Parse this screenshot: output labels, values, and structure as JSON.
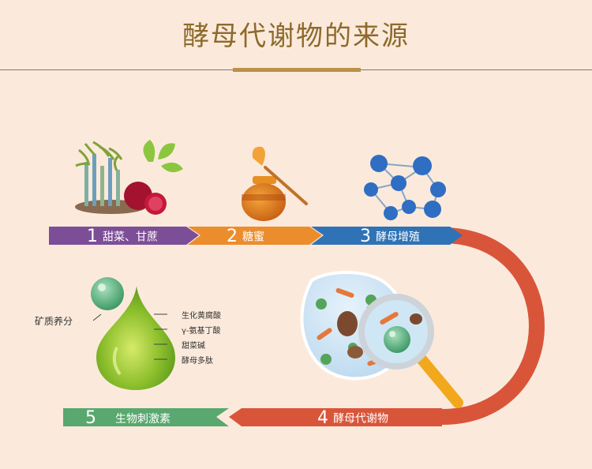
{
  "title": "酵母代谢物的来源",
  "steps": [
    {
      "number": "1",
      "label": "甜菜、甘蔗",
      "color": "#7d4e98"
    },
    {
      "number": "2",
      "label": "糖蜜",
      "color": "#ec8d2d"
    },
    {
      "number": "3",
      "label": "酵母增殖",
      "color": "#2f73b6"
    },
    {
      "number": "4",
      "label": "酵母代谢物",
      "color": "#d9553a"
    },
    {
      "number": "5",
      "label": "生物刺激素",
      "color": "#59a86f"
    }
  ],
  "drop": {
    "minerals_label": "矿质养分",
    "components": [
      "生化黄腐酸",
      "γ-氨基丁酸",
      "甜菜碱",
      "酵母多肽"
    ]
  },
  "colors": {
    "background": "#fbeadb",
    "title": "#8d6a2c",
    "accent_rule": "#b8924a"
  },
  "icons": [
    "sugarcane-icon",
    "beet-icon",
    "honey-jar-icon",
    "yeast-network-icon",
    "droplet-icon",
    "cell-icon",
    "magnifier-icon"
  ]
}
